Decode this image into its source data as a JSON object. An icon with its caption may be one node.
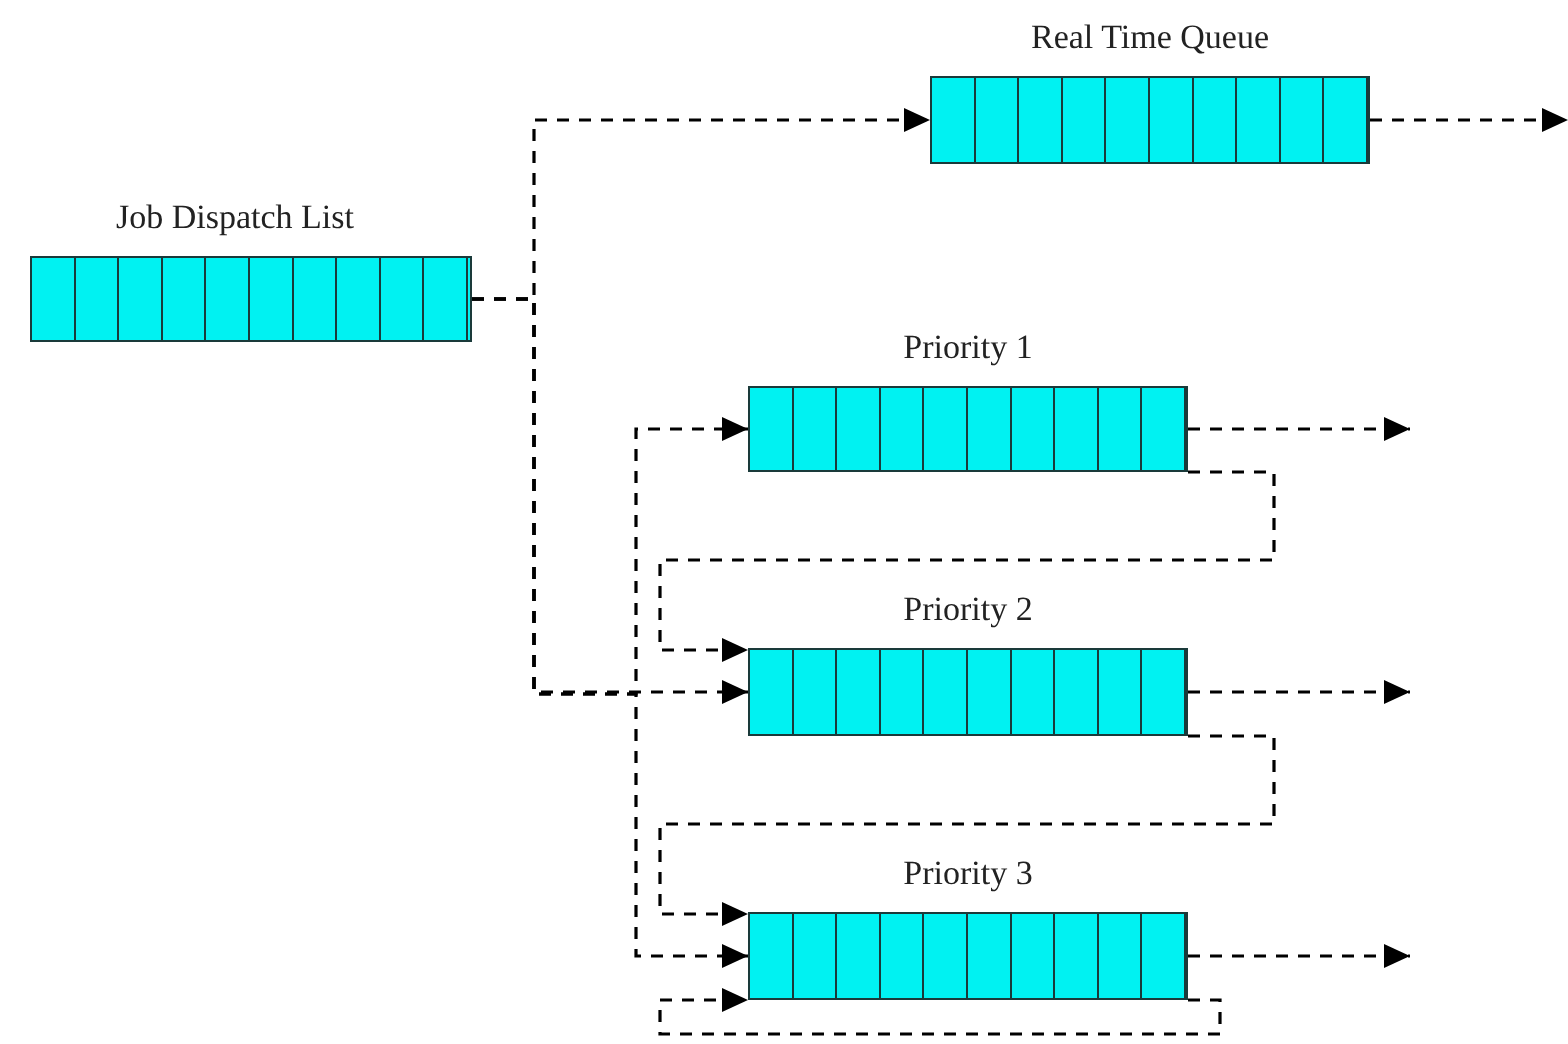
{
  "diagram": {
    "nodes": [
      {
        "text": [
          "Job Dispatch List"
        ]
      },
      {
        "text": [
          "Real Time Queue"
        ]
      },
      {
        "text": [
          "Priority 1"
        ]
      },
      {
        "text": [
          "Priority 2"
        ]
      },
      {
        "text": [
          "Priority 3"
        ]
      }
    ],
    "edges": [
      {
        "from": 0,
        "to": 1,
        "arrow": "to",
        "style": "dashed"
      },
      {
        "from": 0,
        "to": 2,
        "arrow": "to",
        "style": "dashed"
      },
      {
        "from": 0,
        "to": 3,
        "arrow": "to",
        "style": "dashed"
      },
      {
        "from": 0,
        "to": 4,
        "arrow": "to",
        "style": "dashed"
      },
      {
        "from": 1,
        "to": null,
        "arrow": "to",
        "style": "dashed"
      },
      {
        "from": 2,
        "to": null,
        "arrow": "to",
        "style": "dashed"
      },
      {
        "from": 3,
        "to": null,
        "arrow": "to",
        "style": "dashed"
      },
      {
        "from": 4,
        "to": null,
        "arrow": "to",
        "style": "dashed"
      },
      {
        "from": 2,
        "to": 3,
        "arrow": "to",
        "style": "dashed"
      },
      {
        "from": 3,
        "to": 4,
        "arrow": "to",
        "style": "dashed"
      },
      {
        "from": 4,
        "to": 4,
        "arrow": "to",
        "style": "dashed"
      }
    ]
  }
}
